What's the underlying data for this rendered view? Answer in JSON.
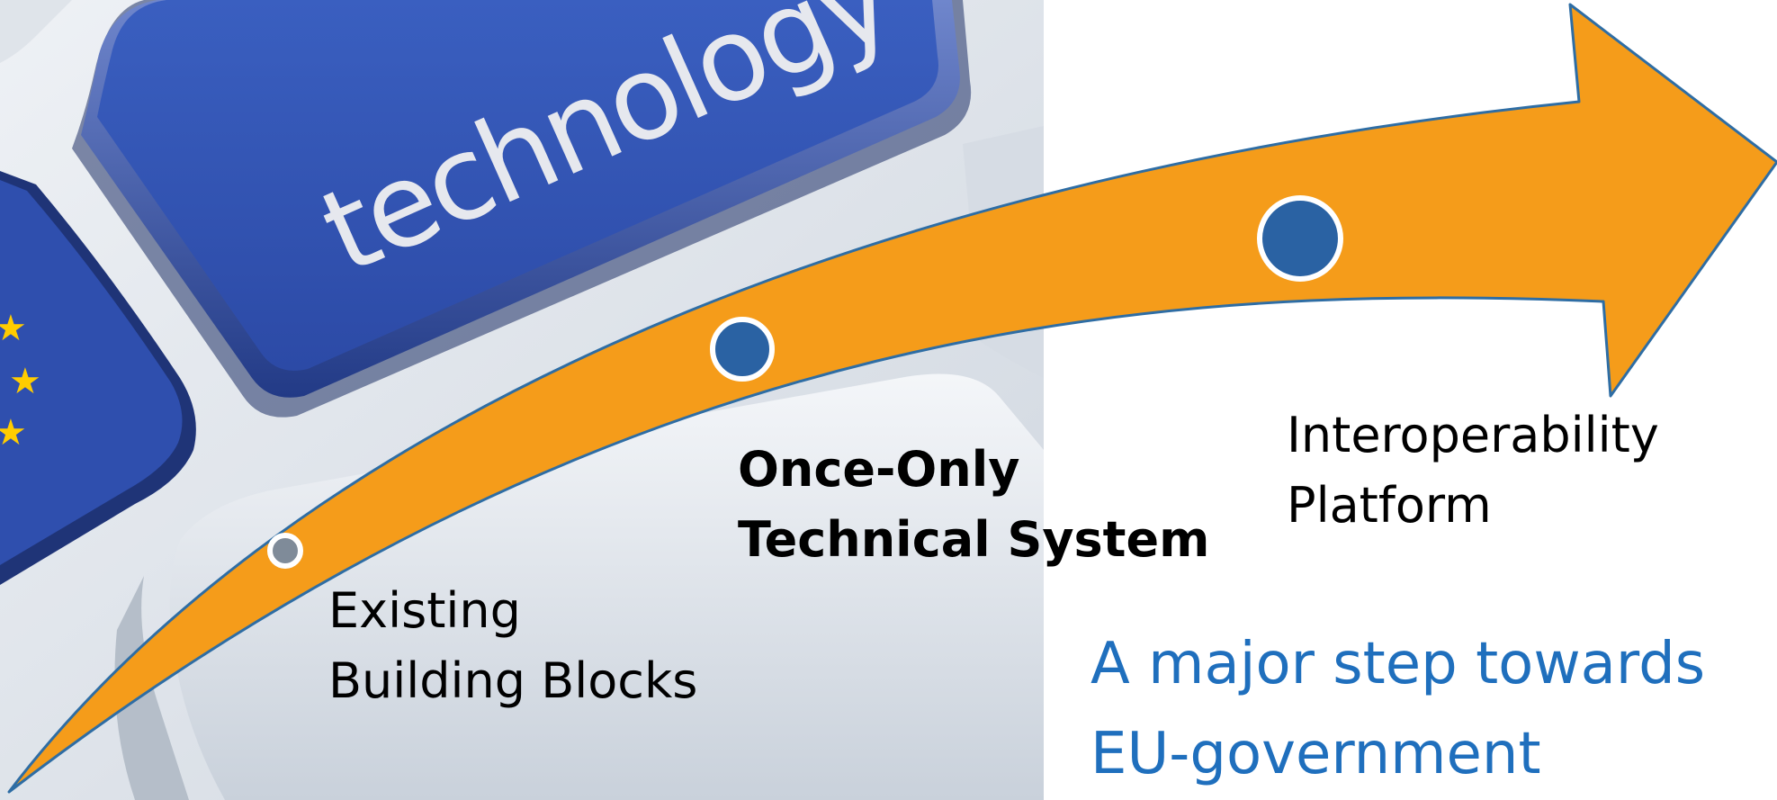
{
  "keyboard": {
    "key_text": "technology"
  },
  "milestones": [
    {
      "lines": [
        "Existing",
        "Building Blocks"
      ],
      "emphasis": "normal"
    },
    {
      "lines": [
        "Once-Only",
        "Technical System"
      ],
      "emphasis": "bold"
    },
    {
      "lines": [
        "Interoperability",
        "Platform"
      ],
      "emphasis": "normal"
    }
  ],
  "tagline": {
    "lines": [
      "A major step towards",
      "EU-government"
    ],
    "color": "#1f6fbd"
  },
  "colors": {
    "arrow_fill": "#f59c1a",
    "arrow_outline": "#2e6da4",
    "milestone_fill_active": "#2a62a3",
    "milestone_fill_inactive": "#7f8b99",
    "key_blue": "#3456b4",
    "eu_star": "#ffcc00"
  }
}
